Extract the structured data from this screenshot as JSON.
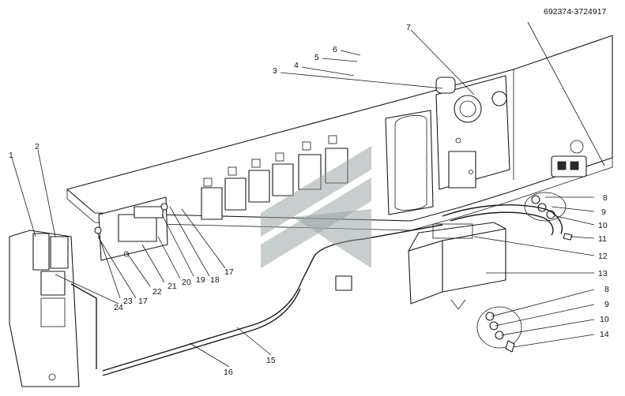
{
  "drawing_code": "692374-3724917",
  "callouts": {
    "c1": "1",
    "c2": "2",
    "c3": "3",
    "c4": "4",
    "c5": "5",
    "c6": "6",
    "c7": "7",
    "c8a": "8",
    "c9a": "9",
    "c10a": "10",
    "c11": "11",
    "c12": "12",
    "c13": "13",
    "c8b": "8",
    "c9b": "9",
    "c10b": "10",
    "c14": "14",
    "c15": "15",
    "c16": "16",
    "c17a": "17",
    "c18": "18",
    "c19": "19",
    "c20": "20",
    "c21": "21",
    "c22": "22",
    "c17b": "17",
    "c23": "23",
    "c24": "24"
  },
  "colors": {
    "line": "#1a1a1a",
    "watermark": "#9aa6a6",
    "background": "#ffffff"
  }
}
